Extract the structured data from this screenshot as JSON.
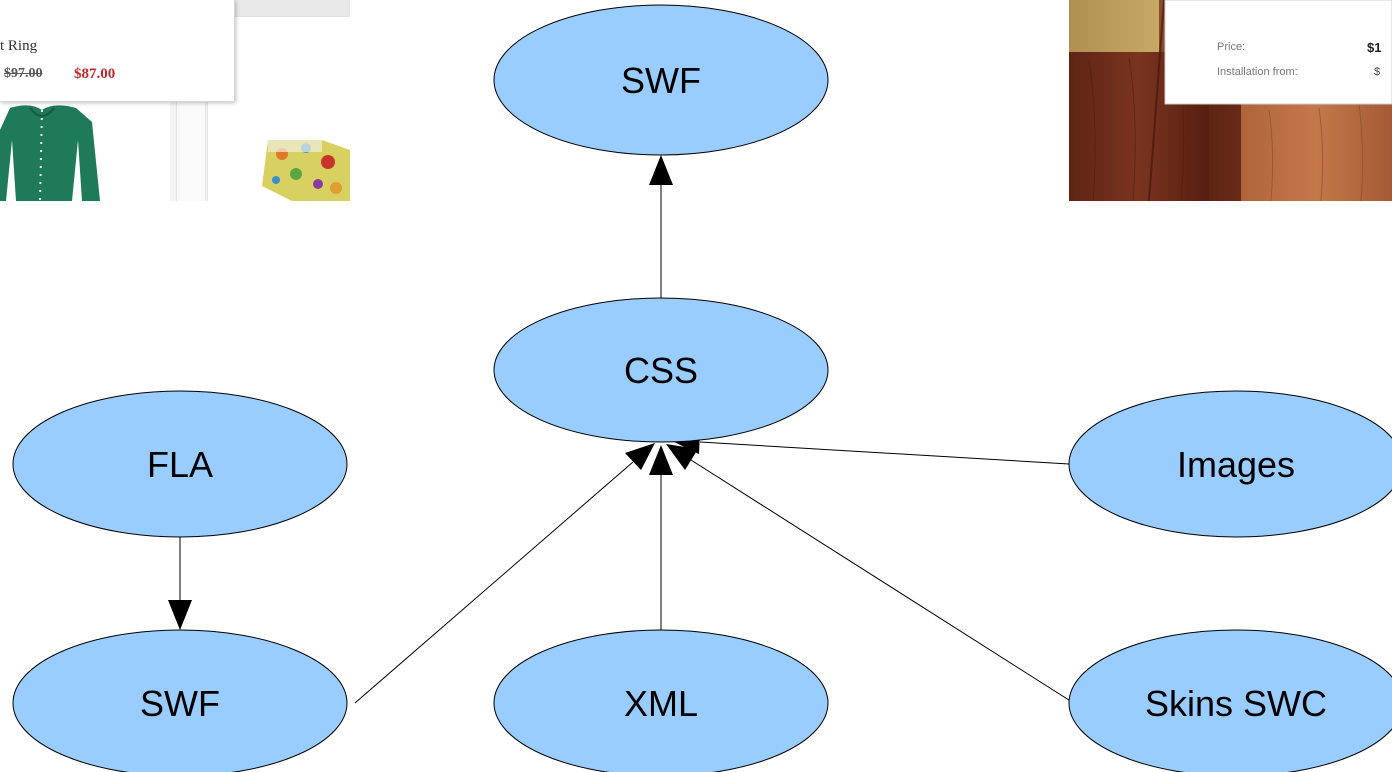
{
  "colors": {
    "node_fill": "#99ccff",
    "node_stroke": "#000000",
    "edge": "#000000",
    "price_sale": "#c0272d"
  },
  "thumbnail_left": {
    "product_name": "t Ring",
    "price_old": "$97.00",
    "price_new": "$87.00"
  },
  "thumbnail_right": {
    "price_label": "Price:",
    "installation_label": "Installation from:",
    "price_value": "$1",
    "installation_value": "$"
  },
  "nodes": {
    "swf_top": "SWF",
    "css": "CSS",
    "fla": "FLA",
    "images": "Images",
    "swf_bottom": "SWF",
    "xml": "XML",
    "skins_swc": "Skins SWC"
  },
  "edges": [
    {
      "from": "css",
      "to": "swf_top"
    },
    {
      "from": "fla",
      "to": "swf_bottom"
    },
    {
      "from": "swf_bottom",
      "to": "css"
    },
    {
      "from": "xml",
      "to": "css"
    },
    {
      "from": "skins_swc",
      "to": "css"
    },
    {
      "from": "images",
      "to": "css"
    }
  ]
}
